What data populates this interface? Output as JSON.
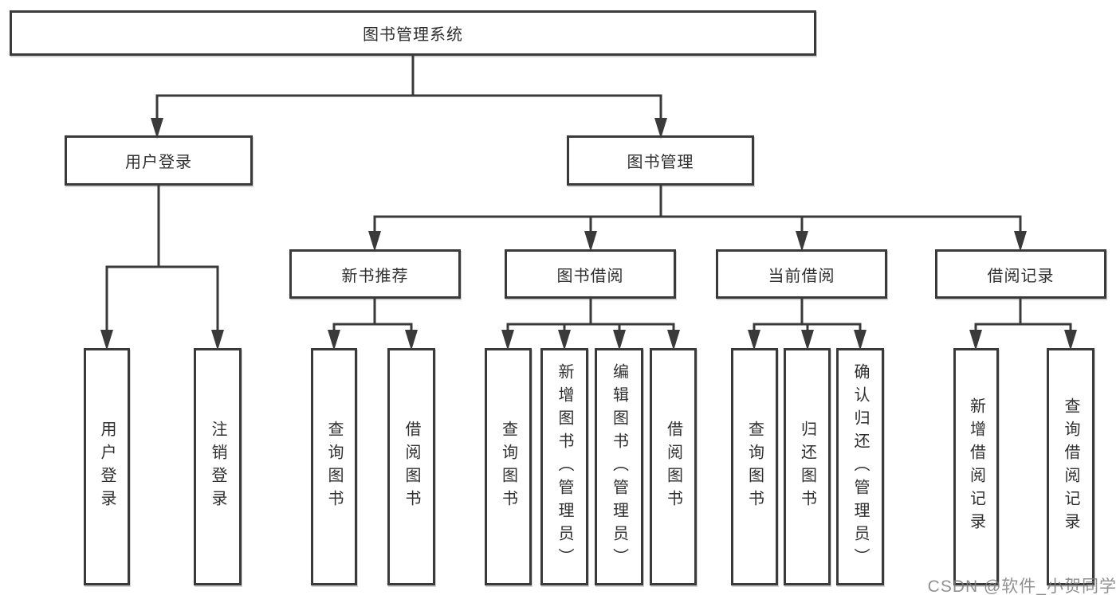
{
  "diagram": {
    "title": "图书管理系统",
    "level2": {
      "user_login": {
        "label": "用户登录"
      },
      "book_management": {
        "label": "图书管理"
      }
    },
    "level3": {
      "new_book_recommendation": {
        "label": "新书推荐"
      },
      "book_borrowing": {
        "label": "图书借阅"
      },
      "current_borrowing": {
        "label": "当前借阅"
      },
      "borrowing_records": {
        "label": "借阅记录"
      }
    },
    "leaves": {
      "user_login_children": [
        {
          "label": "用户登录"
        },
        {
          "label": "注销登录"
        }
      ],
      "new_book_children": [
        {
          "label": "查询图书"
        },
        {
          "label": "借阅图书"
        }
      ],
      "book_borrowing_children": [
        {
          "label": "查询图书"
        },
        {
          "label": "新增图书（管理员）"
        },
        {
          "label": "编辑图书（管理员）"
        },
        {
          "label": "借阅图书"
        }
      ],
      "current_borrowing_children": [
        {
          "label": "查询图书"
        },
        {
          "label": "归还图书"
        },
        {
          "label": "确认归还（管理员）"
        }
      ],
      "records_children": [
        {
          "label": "新增借阅记录"
        },
        {
          "label": "查询借阅记录"
        }
      ]
    }
  },
  "watermark": {
    "text": "CSDN @软件_小贺同学"
  },
  "colors": {
    "line": "#3a3a3a",
    "text": "#2f2f2f",
    "background": "#ffffff",
    "watermark": "#7d7d7d"
  }
}
